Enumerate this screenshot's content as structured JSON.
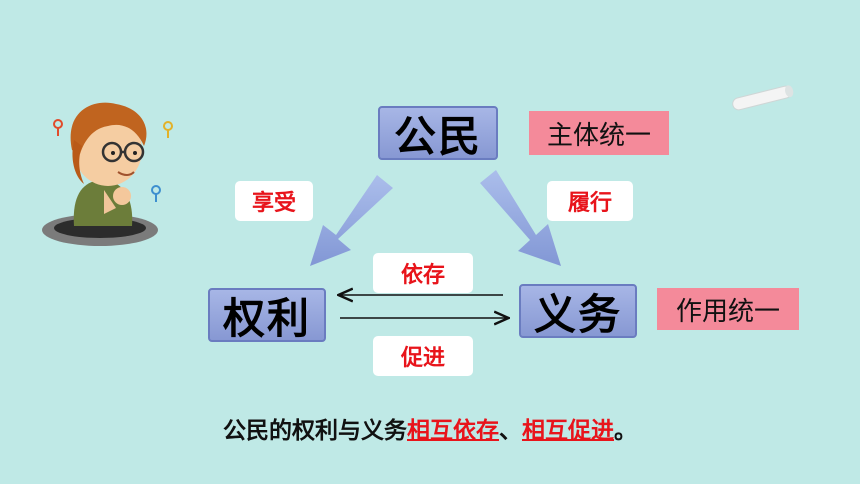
{
  "nodes": {
    "citizen": "公民",
    "rights": "权利",
    "duties": "义务"
  },
  "side_labels": {
    "subject_unity": "主体统一",
    "function_unity": "作用统一"
  },
  "edge_labels": {
    "enjoy": "享受",
    "perform": "履行",
    "depend": "依存",
    "promote": "促进"
  },
  "summary": {
    "part1": "公民的权利与义务",
    "hl1": "相互依存",
    "sep": "、",
    "hl2": "相互促进",
    "end": "。"
  },
  "colors": {
    "background": "#bfe9e6",
    "node_fill": "#8f9fd8",
    "pink_label": "#f48a9a",
    "red_text": "#e8141b"
  },
  "icons": [
    "cartoon-boy-icon",
    "chalk-icon",
    "key-icon"
  ]
}
